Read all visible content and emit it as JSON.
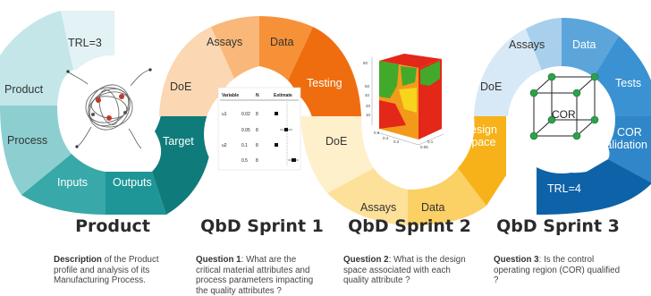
{
  "colors": {
    "teal_dark": "#0f7b7a",
    "teal_mid": "#38a8a9",
    "teal_light": "#8dcfd1",
    "teal_pale": "#c4e6e8",
    "teal_palest": "#e3f2f4",
    "orange_dark": "#f06d0f",
    "orange_mid": "#f69138",
    "orange_light": "#f9b879",
    "orange_pale": "#fcd7b3",
    "yellow_strong": "#f7b21a",
    "yellow_mid": "#fbd064",
    "yellow_light": "#fde09a",
    "yellow_pale": "#fff0cc",
    "blue_dark": "#0d62a8",
    "blue_mid": "#2f86c8",
    "blue_light": "#5ca5db",
    "blue_pale": "#a8cfec",
    "blue_palest": "#d7e9f6"
  },
  "product": {
    "labels": {
      "trl": "TRL=3",
      "product": "Product",
      "process": "Process",
      "inputs": "Inputs",
      "outputs": "Outputs",
      "target": "Target"
    },
    "title": "Product",
    "desc_bold": "Description",
    "desc_rest": " of the Product profile and analysis of its Manufacturing Process."
  },
  "sprint1": {
    "labels": {
      "doe": "DoE",
      "assays": "Assays",
      "data": "Data",
      "testing": "Testing"
    },
    "title": "QbD Sprint 1",
    "desc_bold": "Question 1",
    "desc_rest": ": What are the critical material attributes and process parameters impacting the quality attributes ?",
    "table": {
      "headers": [
        "Variable",
        "N",
        "Estimate"
      ],
      "rows": [
        {
          "variable": "u1",
          "level": "0.02",
          "n": "8"
        },
        {
          "variable": "",
          "level": "0.05",
          "n": "8"
        },
        {
          "variable": "u2",
          "level": "0.1",
          "n": "8"
        },
        {
          "variable": "",
          "level": "0.5",
          "n": "8"
        }
      ]
    }
  },
  "sprint2": {
    "labels": {
      "doe": "DoE",
      "assays": "Assays",
      "data": "Data",
      "design_space_1": "Design",
      "design_space_2": "Space"
    },
    "title": "QbD Sprint 2",
    "desc_bold": "Question 2",
    "desc_rest": ": What is the design space associated with each quality attribute ?",
    "cube_ticks": [
      "60",
      "50",
      "40",
      "20",
      "10",
      "0.6",
      "0.4",
      "0.2",
      "0.1",
      "0.05"
    ]
  },
  "sprint3": {
    "labels": {
      "assays": "Assays",
      "data": "Data",
      "doe": "DoE",
      "tests": "Tests",
      "cor_validation_1": "COR",
      "cor_validation_2": "Validation",
      "trl": "TRL=4",
      "cor": "COR"
    },
    "title": "QbD Sprint 3",
    "desc_bold": "Question 3",
    "desc_rest": ": Is the control operating region (COR) qualified ?"
  }
}
